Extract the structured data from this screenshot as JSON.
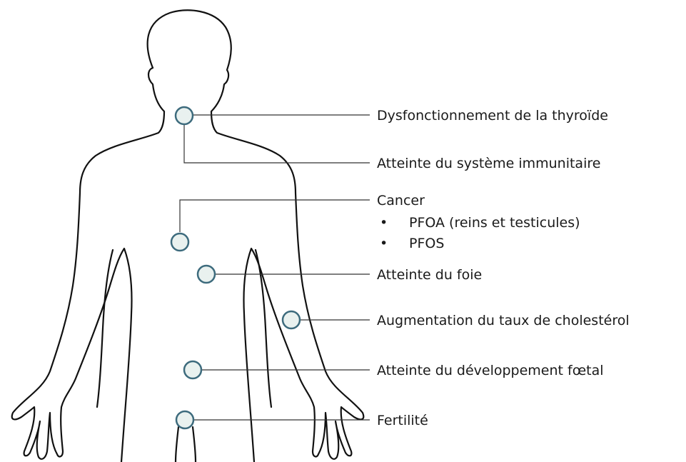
{
  "colors": {
    "outline": "#111111",
    "marker_stroke": "#3d6b7d",
    "marker_fill": "#e9f1ef",
    "connector": "#333333"
  },
  "labels": {
    "thyroid": "Dysfonctionnement de la thyroïde",
    "immune": "Atteinte du système immunitaire",
    "cancer": "Cancer",
    "cancer_items": [
      "PFOA (reins et testicules)",
      "PFOS"
    ],
    "liver": "Atteinte du foie",
    "cholesterol": "Augmentation du taux de cholestérol",
    "fetal": "Atteinte du développement fœtal",
    "fertility": "Fertilité"
  },
  "bullet_char": "•"
}
